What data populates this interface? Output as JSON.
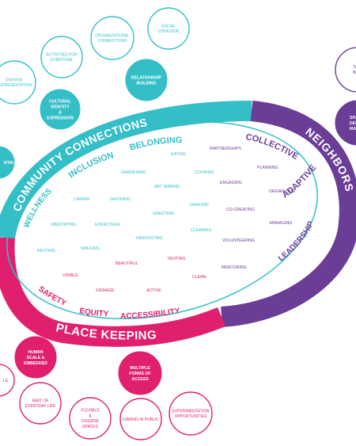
{
  "colors": {
    "teal": "#34bfc7",
    "purple": "#6a3d96",
    "magenta": "#e0206e",
    "white": "#ffffff"
  },
  "ring": {
    "community": "COMMUNITY CONNECTIONS",
    "neighbors": "NEIGHBORS",
    "place_keeping": "PLACE KEEPING"
  },
  "inner_labels": {
    "belonging": "BELONGING",
    "inclusion": "INCLUSION",
    "wellness": "WELLNESS",
    "collective": "COLLECTIVE",
    "adaptive": "ADAPTIVE",
    "leadership": "LEADERSHIP",
    "safety": "SAFETY",
    "equity": "EQUITY",
    "accessibility": "ACCESSIBILITY"
  },
  "words": {
    "eating": "EATING",
    "partnerships": "PARTNERSHIPS",
    "gardening": "GARDENING",
    "cooking": "COOKING",
    "planning": "PLANNING",
    "engaging": "ENGAGING",
    "art_making": "ART MAKING",
    "organizing": "ORGANIZING",
    "caring": "CARING",
    "growing": "GROWING",
    "dancing": "DANCING",
    "co_creating": "CO-CREATING",
    "greeting": "GREETING",
    "meditating": "MEDITATING",
    "exercising": "EXERCISING",
    "cleaning": "CLEANING",
    "managing": "MANAGING",
    "harvesting": "HARVESTING",
    "volunteering": "VOLUNTEERING",
    "resting": "RESTING",
    "walking": "WALKING",
    "inviting": "INVITING",
    "beautiful": "BEAUTIFUL",
    "mentoring": "MENTORING",
    "visible": "VISIBLE",
    "clean": "CLEAN",
    "signage": "SIGNAGE",
    "active": "ACTIVE"
  },
  "bubbles": {
    "social_cohesion": [
      "SOCIAL",
      "COHESION"
    ],
    "organizational_connections": [
      "ORGANIZATIONAL",
      "CONNECTIONS"
    ],
    "activities_for_everyone": [
      "ACTIVITIES FOR",
      "EVERYONE"
    ],
    "relationship_building": [
      "RELATIONSHIP",
      "BUILDING"
    ],
    "diverse_representation": [
      "DIVERSE",
      "REPRESENTATION"
    ],
    "cultural_identity": [
      "CULTURAL",
      "IDENTITY",
      "&",
      "EXPRESSION"
    ],
    "left_filled": [
      "NTAL"
    ],
    "top_right": [
      "TR",
      "BUIL"
    ],
    "shared_decision": [
      "SHAR",
      "DECISI",
      "MAKIN"
    ],
    "human_scale": [
      "HUMAN",
      "SCALE &",
      "EMBEDDED"
    ],
    "left_partial": [
      "LE"
    ],
    "multiple_forms": [
      "MULTIPLE",
      "FORMS OF",
      "ACCESS"
    ],
    "part_of_everyday": [
      "PART OF",
      "EVERYDAY LIFE"
    ],
    "flexible_spaces": [
      "FLEXIBLE",
      "&",
      "DIVERSE",
      "SPACES"
    ],
    "caring_in_public": [
      "CARING IN PUBLIC"
    ],
    "experimentation": [
      "EXPERIMENTATION",
      "OPPORTUNITIES"
    ]
  }
}
